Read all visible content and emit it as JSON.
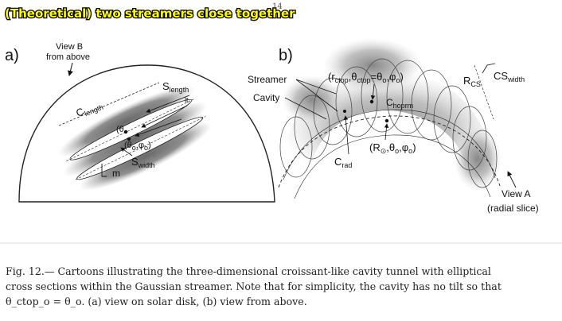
{
  "banner": "(Theoretical) two streamers close together",
  "page_number": "14",
  "panel_a": {
    "letter": "a)",
    "view_b_line1": "View B",
    "view_b_line2": "from above",
    "c_length_main": "C",
    "c_length_sub": "length",
    "s_length_main": "S",
    "s_length_sub": "length",
    "theta_phi": "(θ",
    "theta_phi_sub": "o",
    "theta_phi_mid": ",φ",
    "theta_phi_sub2": "o",
    "theta_phi_end": ")",
    "s_width_main": "S",
    "s_width_sub": "width",
    "m_label": "m"
  },
  "panel_b": {
    "letter": "b)",
    "streamer": "Streamer",
    "cavity": "Cavity",
    "top_label_open": "(r",
    "top_label_sub1": "ctop",
    "top_label_mid1": ",θ",
    "top_label_sub2": "ctop",
    "top_label_mid2": "=θ",
    "top_label_sub3": "o",
    "top_label_mid3": ",φ",
    "top_label_sub4": "o",
    "top_label_close": ")",
    "r_cs_main": "R",
    "r_cs_sub": "CS",
    "cs_width_main": "CS",
    "cs_width_sub": "width",
    "c_top_main": "C",
    "c_top_sub": "hoprm",
    "rsun_open": "(R",
    "rsun_sub": "⊙",
    "rsun_mid": ",θ",
    "rsun_sub2": "o",
    "rsun_mid2": ",φ",
    "rsun_sub3": "o",
    "rsun_close": ")",
    "c_rad_main": "C",
    "c_rad_sub": "rad",
    "view_a_line1": "View A",
    "view_a_line2": "(radial slice)"
  },
  "caption": {
    "line1": "Fig.  12.— Cartoons illustrating the three-dimensional croissant-like cavity tunnel with elliptical",
    "line2": "cross sections within the Gaussian streamer. Note that for simplicity, the cavity has no tilt so that",
    "line3": "θ_ctop_o = θ_o.  (a) view on solar disk, (b) view from above."
  }
}
